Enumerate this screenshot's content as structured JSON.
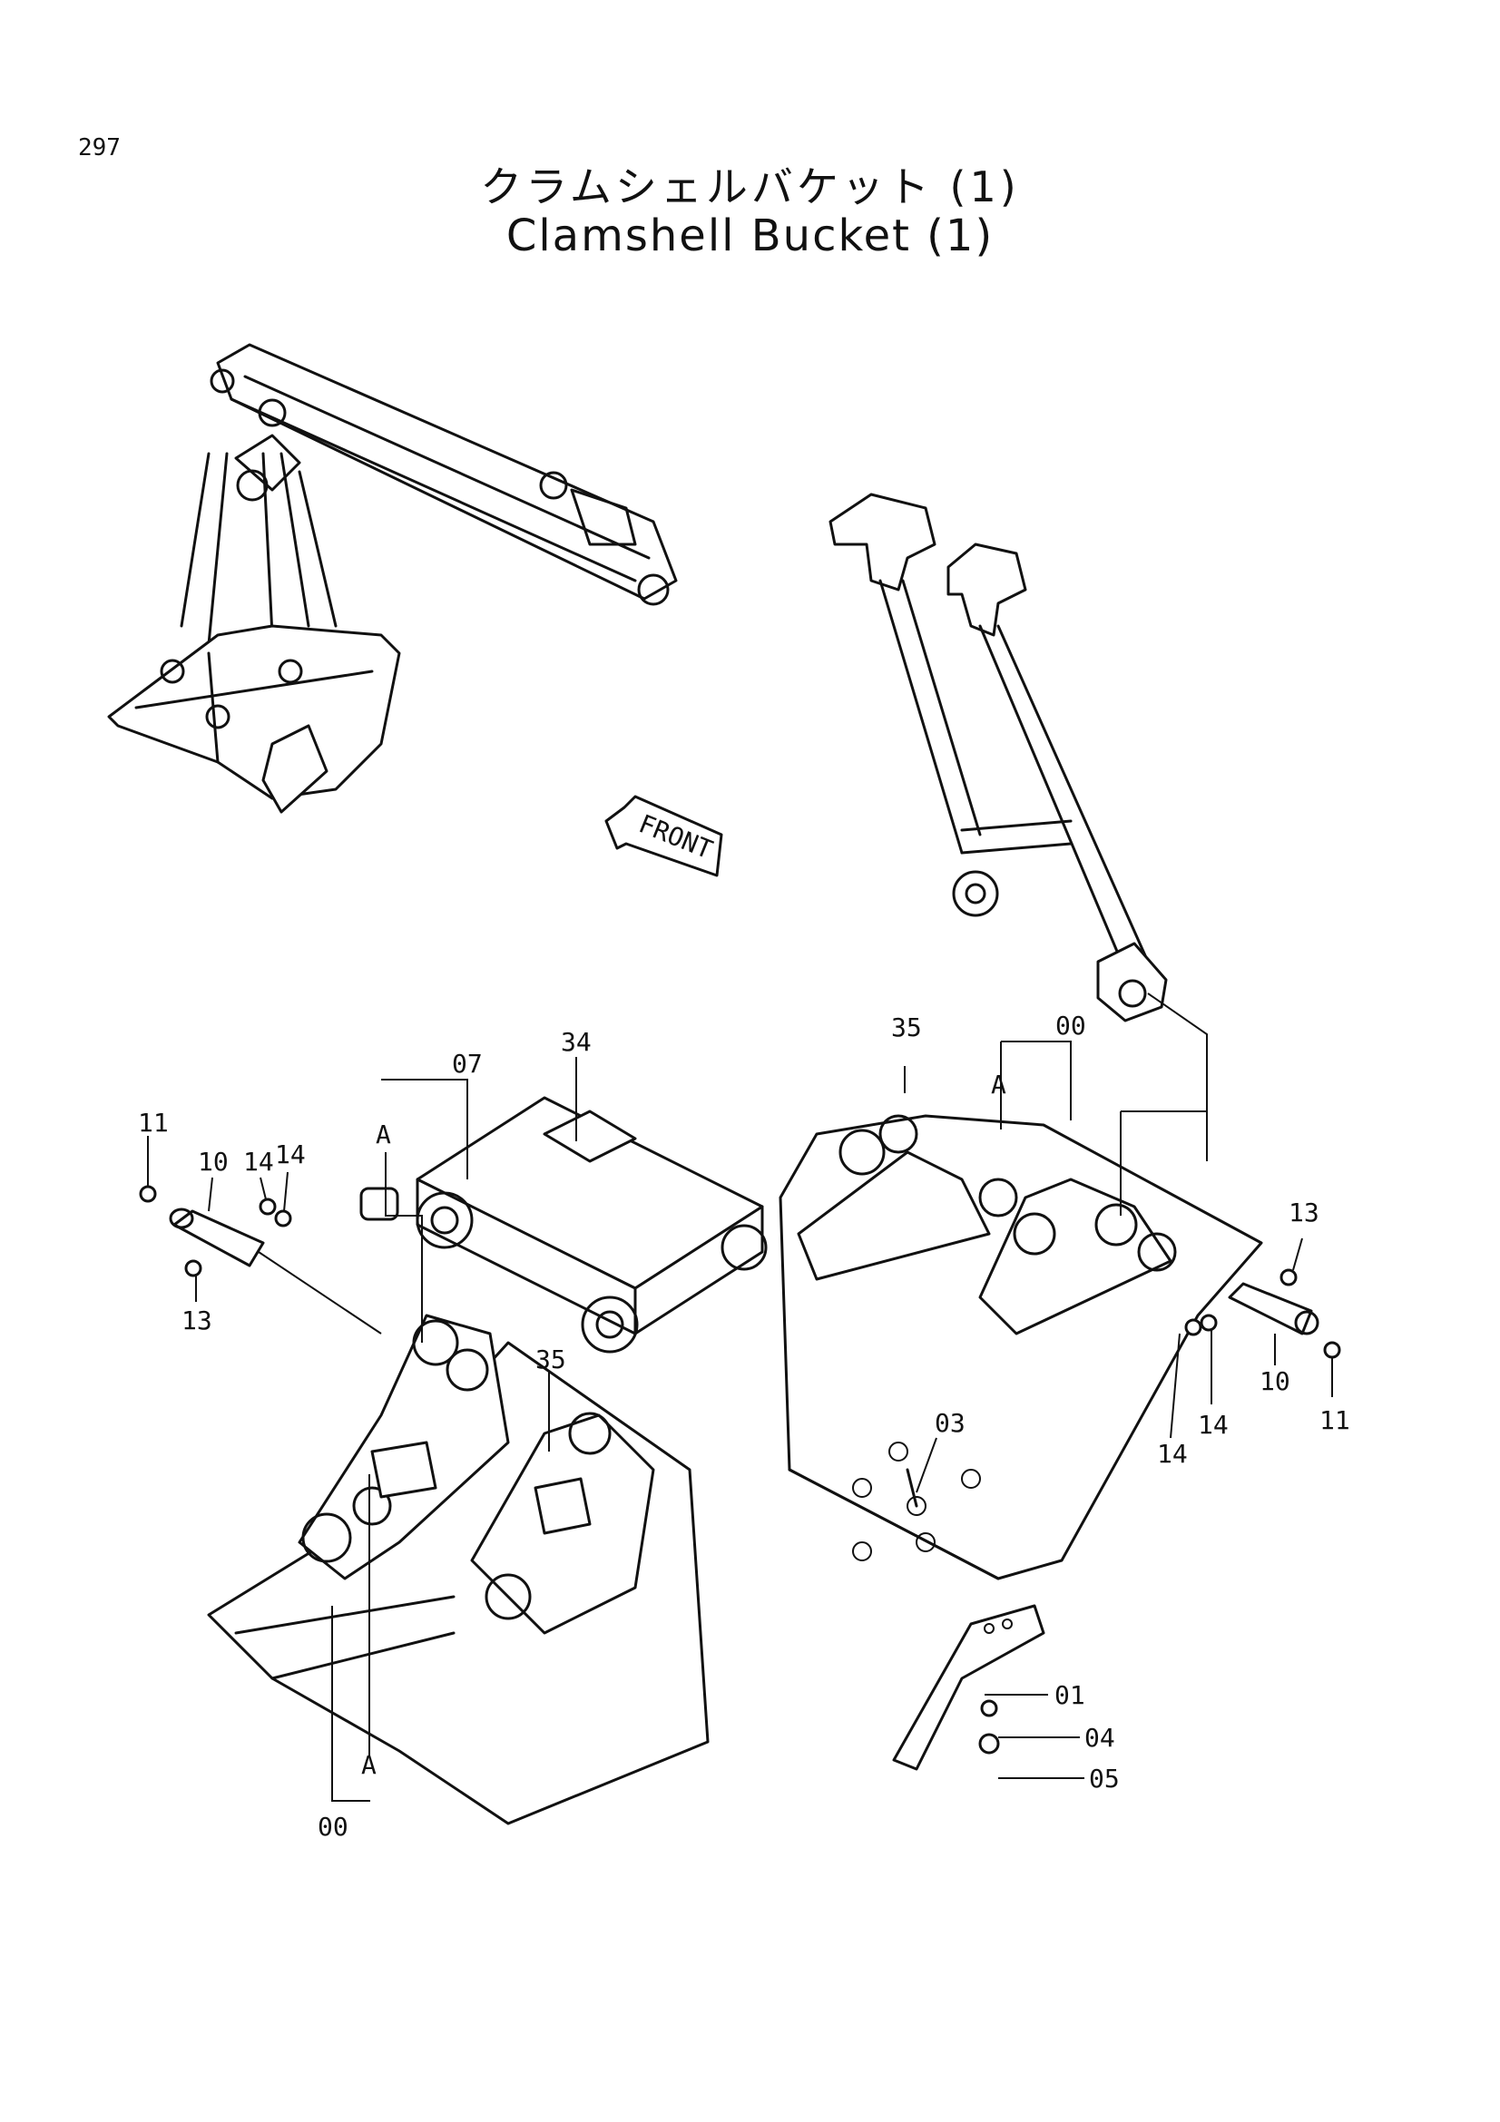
{
  "page_number": "297",
  "title_jp": "クラムシェルバケット (1)",
  "title_en": "Clamshell Bucket (1)",
  "front_arrow": "FRONT",
  "callouts": {
    "c11_left": "11",
    "c10_left": "10",
    "c14_left_a": "14",
    "c14_left_b": "14",
    "c13_left": "13",
    "c07": "07",
    "c34": "34",
    "cA_mid": "A",
    "c35_left": "35",
    "cA_left_bottom": "A",
    "c00_left": "00",
    "c35_right": "35",
    "c00_right": "00",
    "cA_right": "A",
    "c13_right": "13",
    "c10_right": "10",
    "c11_right": "11",
    "c14_right_a": "14",
    "c14_right_b": "14",
    "c03": "03",
    "c01": "01",
    "c04": "04",
    "c05": "05"
  }
}
